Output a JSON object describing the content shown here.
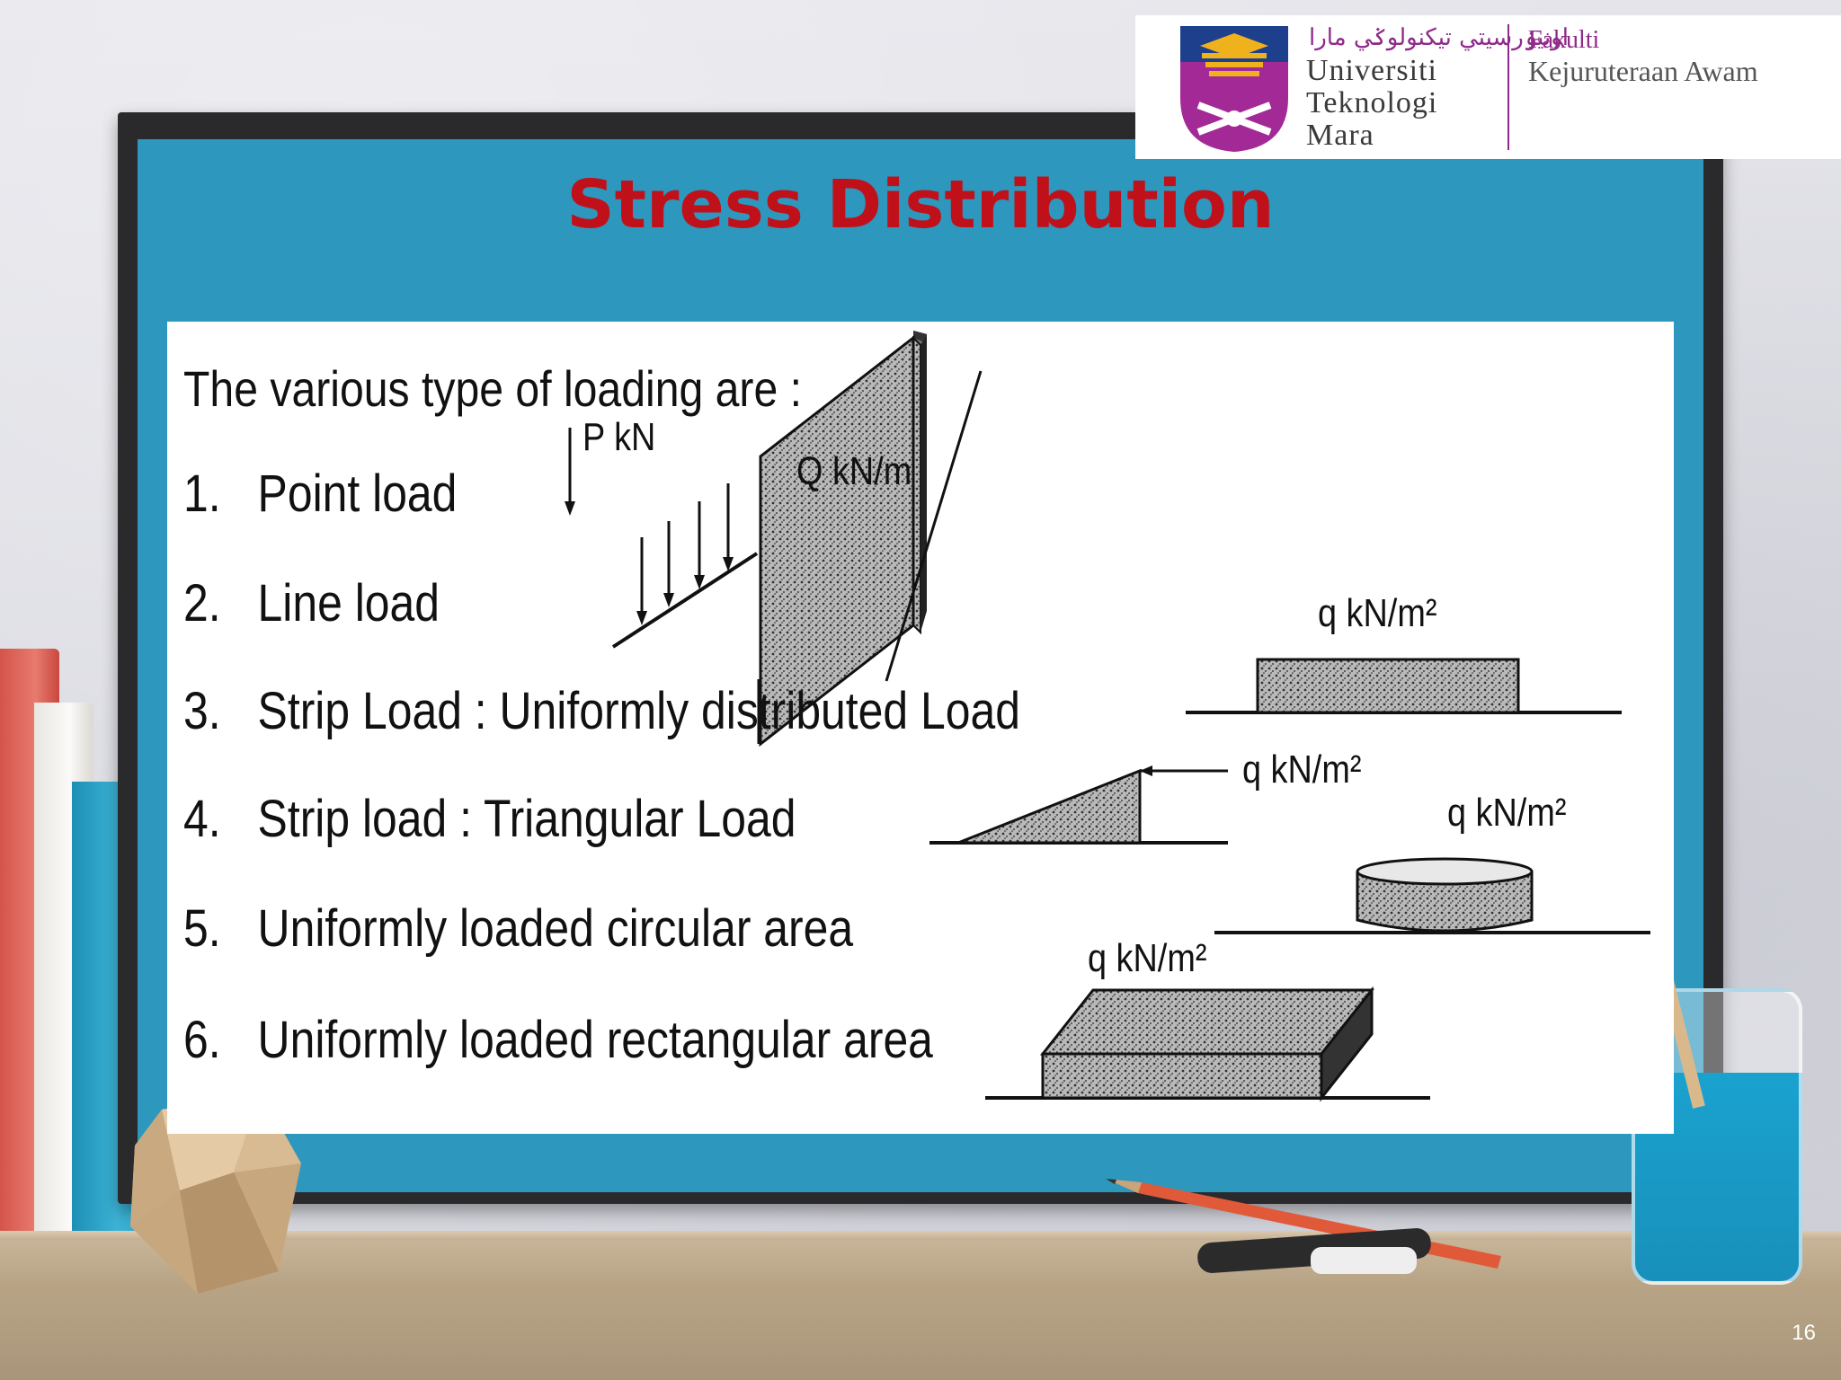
{
  "logo": {
    "jawi": "اونيۏرسيتي تيكنولوݢي مارا",
    "university": [
      "Universiti",
      "Teknologi",
      "Mara"
    ],
    "fakulti": "Fakulti",
    "fakulti_name": "Kejuruteraan Awam"
  },
  "slide": {
    "title": "Stress Distribution",
    "intro": "The various type of loading are :",
    "items": [
      {
        "num": "1.",
        "text": "Point load"
      },
      {
        "num": "2.",
        "text": "Line load"
      },
      {
        "num": "3.",
        "text": "Strip Load : Uniformly distributed Load"
      },
      {
        "num": "4.",
        "text": "Strip load : Triangular Load"
      },
      {
        "num": "5.",
        "text": "Uniformly loaded circular area"
      },
      {
        "num": "6.",
        "text": "Uniformly loaded rectangular area"
      }
    ],
    "diagram_labels": {
      "point": "P kN",
      "line": "Q kN/m",
      "strip": "q kN/m²",
      "triangular": "q kN/m²",
      "circular": "q kN/m²",
      "rectangular": "q kN/m²"
    },
    "page_number": "16"
  },
  "colors": {
    "board": "#2e97bd",
    "title": "#c0111a",
    "logo_purple": "#8e2a8a"
  }
}
